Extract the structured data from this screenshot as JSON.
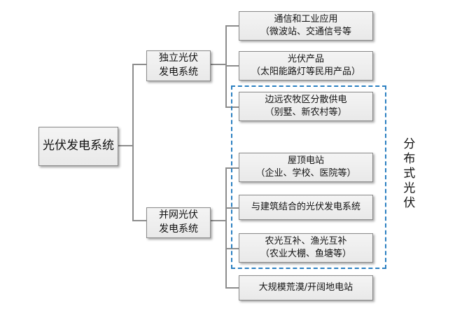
{
  "root": {
    "label": "光伏发电系统"
  },
  "branches": [
    {
      "label_line1": "独立光伏",
      "label_line2": "发电系统",
      "children": [
        {
          "line1": "通信和工业应用",
          "line2": "（微波站、交通信号等"
        },
        {
          "line1": "光伏产品",
          "line2": "（太阳能路灯等民用产品）"
        },
        {
          "line1": "边远农牧区分散供电",
          "line2": "（别墅、新农村等）"
        }
      ]
    },
    {
      "label_line1": "并网光伏",
      "label_line2": "发电系统",
      "children": [
        {
          "line1": "屋顶电站",
          "line2": "（企业、学校、医院等）"
        },
        {
          "line1": "与建筑结合的光伏发电系统",
          "line2": ""
        },
        {
          "line1": "农光互补、渔光互补",
          "line2": "（农业大棚、鱼塘等）"
        },
        {
          "line1": "大规模荒漠/开阔地电站",
          "line2": ""
        }
      ]
    }
  ],
  "group": {
    "label": "分布式光伏",
    "color": "#2a7fc1"
  }
}
